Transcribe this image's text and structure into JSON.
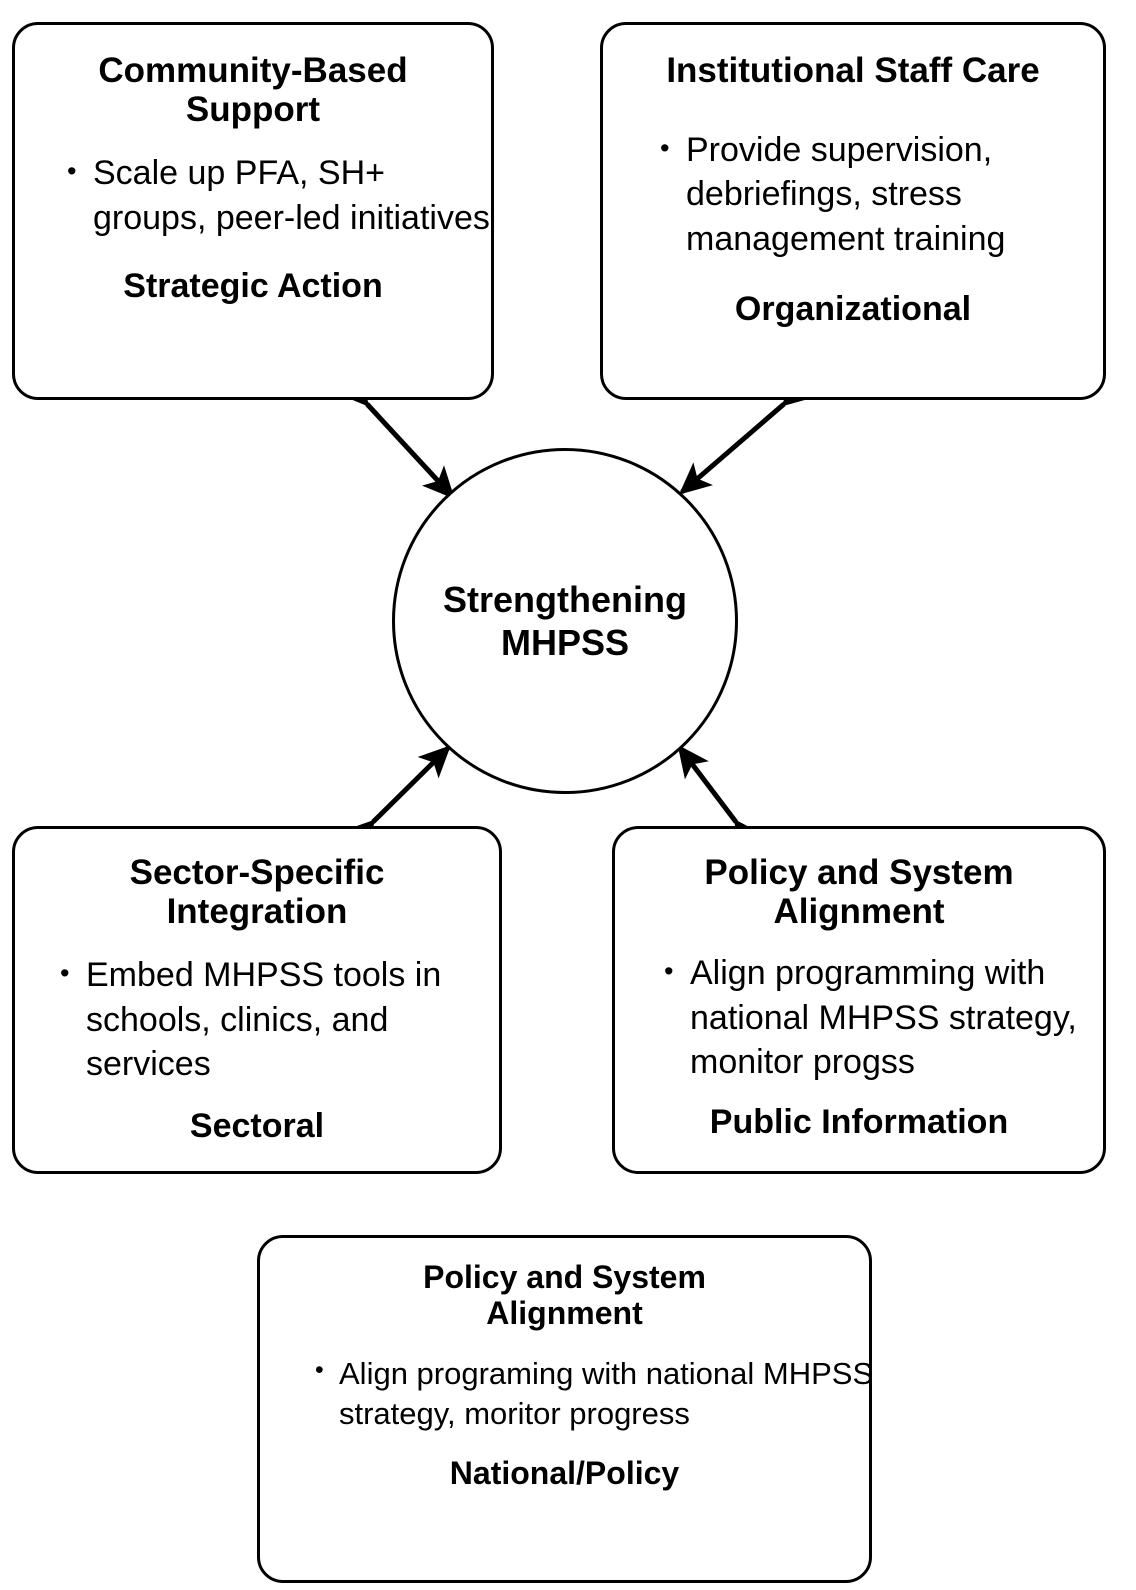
{
  "diagram": {
    "title": "Strengthening MHPSS",
    "center": {
      "label": "Strengthening\nMHPSS",
      "name": "center-node"
    },
    "connector_style": "double-headed-arrow",
    "line_color": "#000000",
    "background_color": "#ffffff",
    "nodes": [
      {
        "id": "community-based-support",
        "title": "Community-Based\nSupport",
        "bullets": [
          "Scale up PFA, SH+ groups, peer-led initiatives"
        ],
        "tag": "Strategic Action",
        "position": "top-left"
      },
      {
        "id": "institutional-staff-care",
        "title": "Institutional Staff Care",
        "bullets": [
          "Provide supervision, debriefings, stress management training"
        ],
        "tag": "Organizational",
        "position": "top-right"
      },
      {
        "id": "sector-specific-integration",
        "title": "Sector-Specific\nIntegration",
        "bullets": [
          "Embed MHPSS tools in schools, clinics, and services"
        ],
        "tag": "Sectoral",
        "position": "bottom-left"
      },
      {
        "id": "policy-and-system-alignment-right",
        "title": "Policy and System\nAlignment",
        "bullets": [
          "Align programming with national MHPSS strategy, monitor progss"
        ],
        "tag": "Public Information",
        "position": "bottom-right"
      },
      {
        "id": "policy-and-system-alignment-bottom",
        "title": "Policy and System\nAlignment",
        "bullets": [
          "Align programing with national MHPSS strategy, moritor progress"
        ],
        "tag": "National/Policy",
        "position": "bottom-center"
      }
    ]
  }
}
